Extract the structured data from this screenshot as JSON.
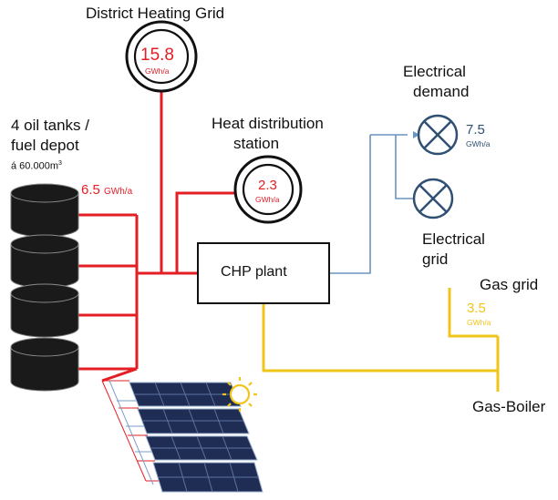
{
  "title": "District Heating Grid",
  "nodes": {
    "district_heating": {
      "value": "15.8",
      "unit": "GWh/a"
    },
    "heat_station": {
      "label_line1": "Heat distribution",
      "label_line2": "station",
      "value": "2.3",
      "unit": "GWh/a"
    },
    "oil_tanks": {
      "label_line1": "4 oil tanks /",
      "label_line2": "fuel depot",
      "capacity_prefix": "á 60.000m",
      "capacity_sup": "3",
      "value": "6.5",
      "unit": "GWh/a"
    },
    "chp": {
      "label": "CHP plant"
    },
    "electrical_demand": {
      "label_line1": "Electrical",
      "label_line2": "demand",
      "value": "7.5",
      "unit": "GWh/a"
    },
    "electrical_grid": {
      "label_line1": "Electrical",
      "label_line2": "grid"
    },
    "gas_grid": {
      "label": "Gas grid",
      "value": "3.5",
      "unit": "GWh/a"
    },
    "gas_boiler": {
      "label": "Gas-Boiler"
    }
  },
  "colors": {
    "heat": "#e31e24",
    "electric": "#6b93c4",
    "gas": "#f0c419",
    "consumer": "#2f4f73",
    "tank": "#1a1a1a",
    "panel": "#1f2d55"
  }
}
